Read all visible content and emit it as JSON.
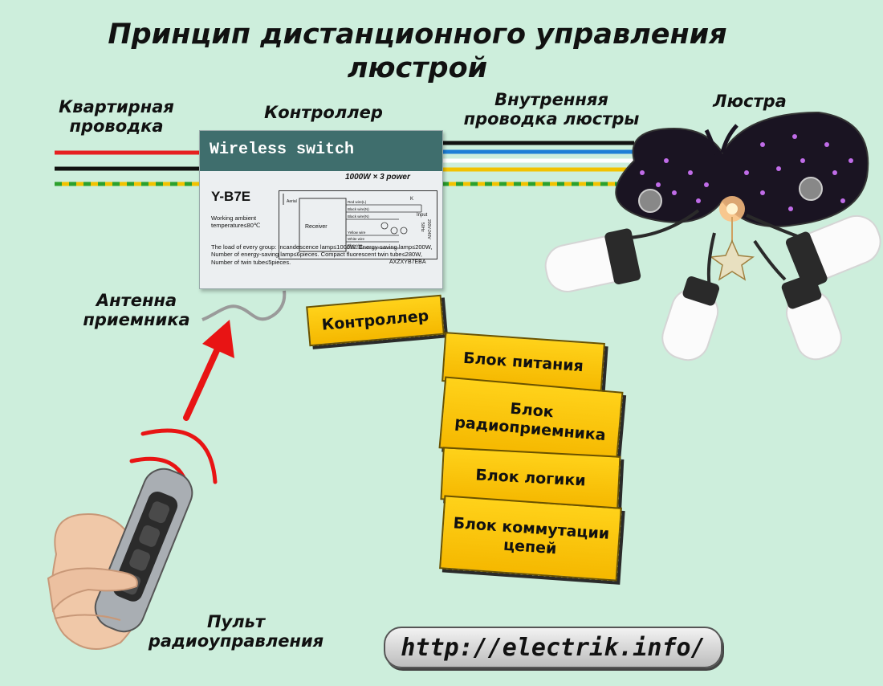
{
  "title": "Принцип дистанционного управления люстрой",
  "labels": {
    "apartment_wiring": "Квартирная проводка",
    "controller": "Контроллер",
    "internal_wiring": "Внутренняя проводка люстры",
    "chandelier": "Люстра",
    "antenna": "Антенна приемника",
    "remote": "Пульт радиоуправления"
  },
  "controller_block": "Контроллер",
  "blocks": [
    "Блок питания",
    "Блок радиоприемника",
    "Блок логики",
    "Блок коммутации цепей"
  ],
  "device": {
    "name": "Wireless switch",
    "model": "Y-B7E",
    "power": "1000W × 3 power",
    "temperature": "Working ambient temperature≤80℃",
    "load": "The load of every group: Incandescence lamp≤1000W. Energy-saving lamp≤200W, Number of energy-saving lamp≤6pieces. Compact fluorescent twin tube≤280W, Number of twin tube≤5pieces.",
    "code": "AXZXYB7EBA",
    "schematic": {
      "receiver": "Receiver",
      "aerial": "Aerial",
      "input": "Input",
      "voltage": "200V-240V",
      "frequency": "50Hz",
      "switch_label": "K",
      "wires": [
        "Red wire(L)",
        "Black wire(N)",
        "Black wire(N)",
        "Yellow wire",
        "White wire",
        "Blue wire"
      ]
    }
  },
  "url": "http://electrik.info/",
  "colors": {
    "background": "#cdeedc",
    "block_fill": "#f5b800",
    "live_wire": "#e62020",
    "neutral_wire": "#111111",
    "ground_wire": "#f2c200",
    "ground_stripe": "#2ca02c",
    "blue_wire": "#1f7fd6",
    "signal_arrow": "#e81414",
    "device_band": "#3f6e6d"
  },
  "icons": {
    "remote": "remote-control-icon",
    "chandelier": "chandelier-icon",
    "radio_waves": "radio-waves-icon",
    "arrow": "signal-arrow-icon",
    "antenna": "antenna-wire-icon"
  }
}
